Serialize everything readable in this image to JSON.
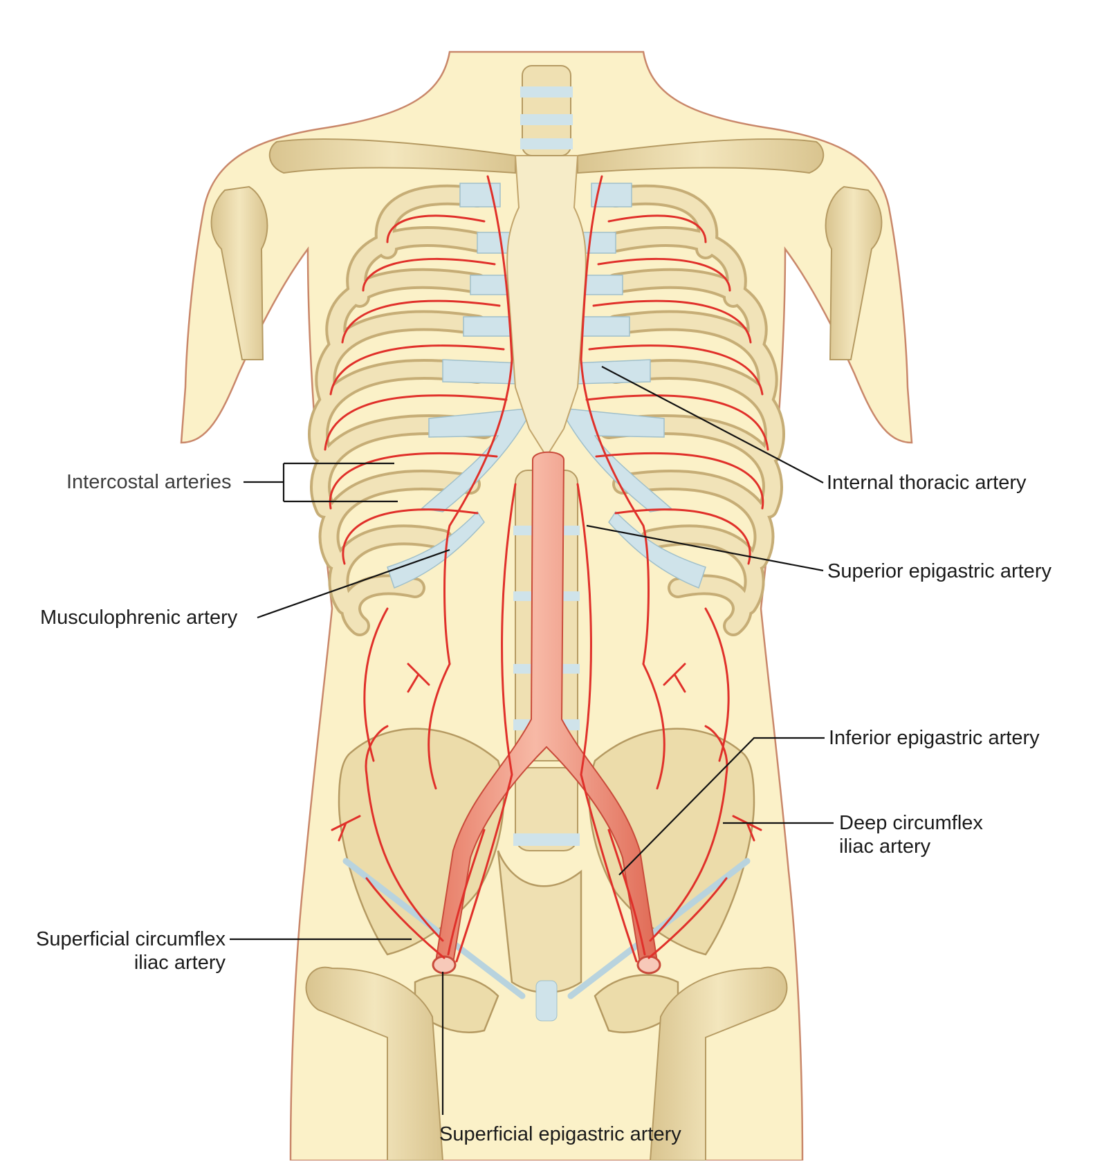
{
  "labels": {
    "intercostal": "Intercostal arteries",
    "internal_thoracic": "Internal thoracic artery",
    "superior_epigastric": "Superior epigastric artery",
    "musculophrenic": "Musculophrenic artery",
    "inferior_epigastric": "Inferior epigastric artery",
    "deep_circumflex_1": "Deep circumflex",
    "deep_circumflex_2": "iliac artery",
    "superficial_circumflex_1": "Superficial circumflex",
    "superficial_circumflex_2": "iliac artery",
    "superficial_epigastric": "Superficial epigastric artery"
  },
  "colors": {
    "skin": "#fbf1c8",
    "skin_outline": "#c9876a",
    "bone": "#efe0b2",
    "bone_shadow": "#c9b07a",
    "cartilage": "#cfe3ea",
    "artery": "#e0302a",
    "aorta": "#f2a08c"
  }
}
